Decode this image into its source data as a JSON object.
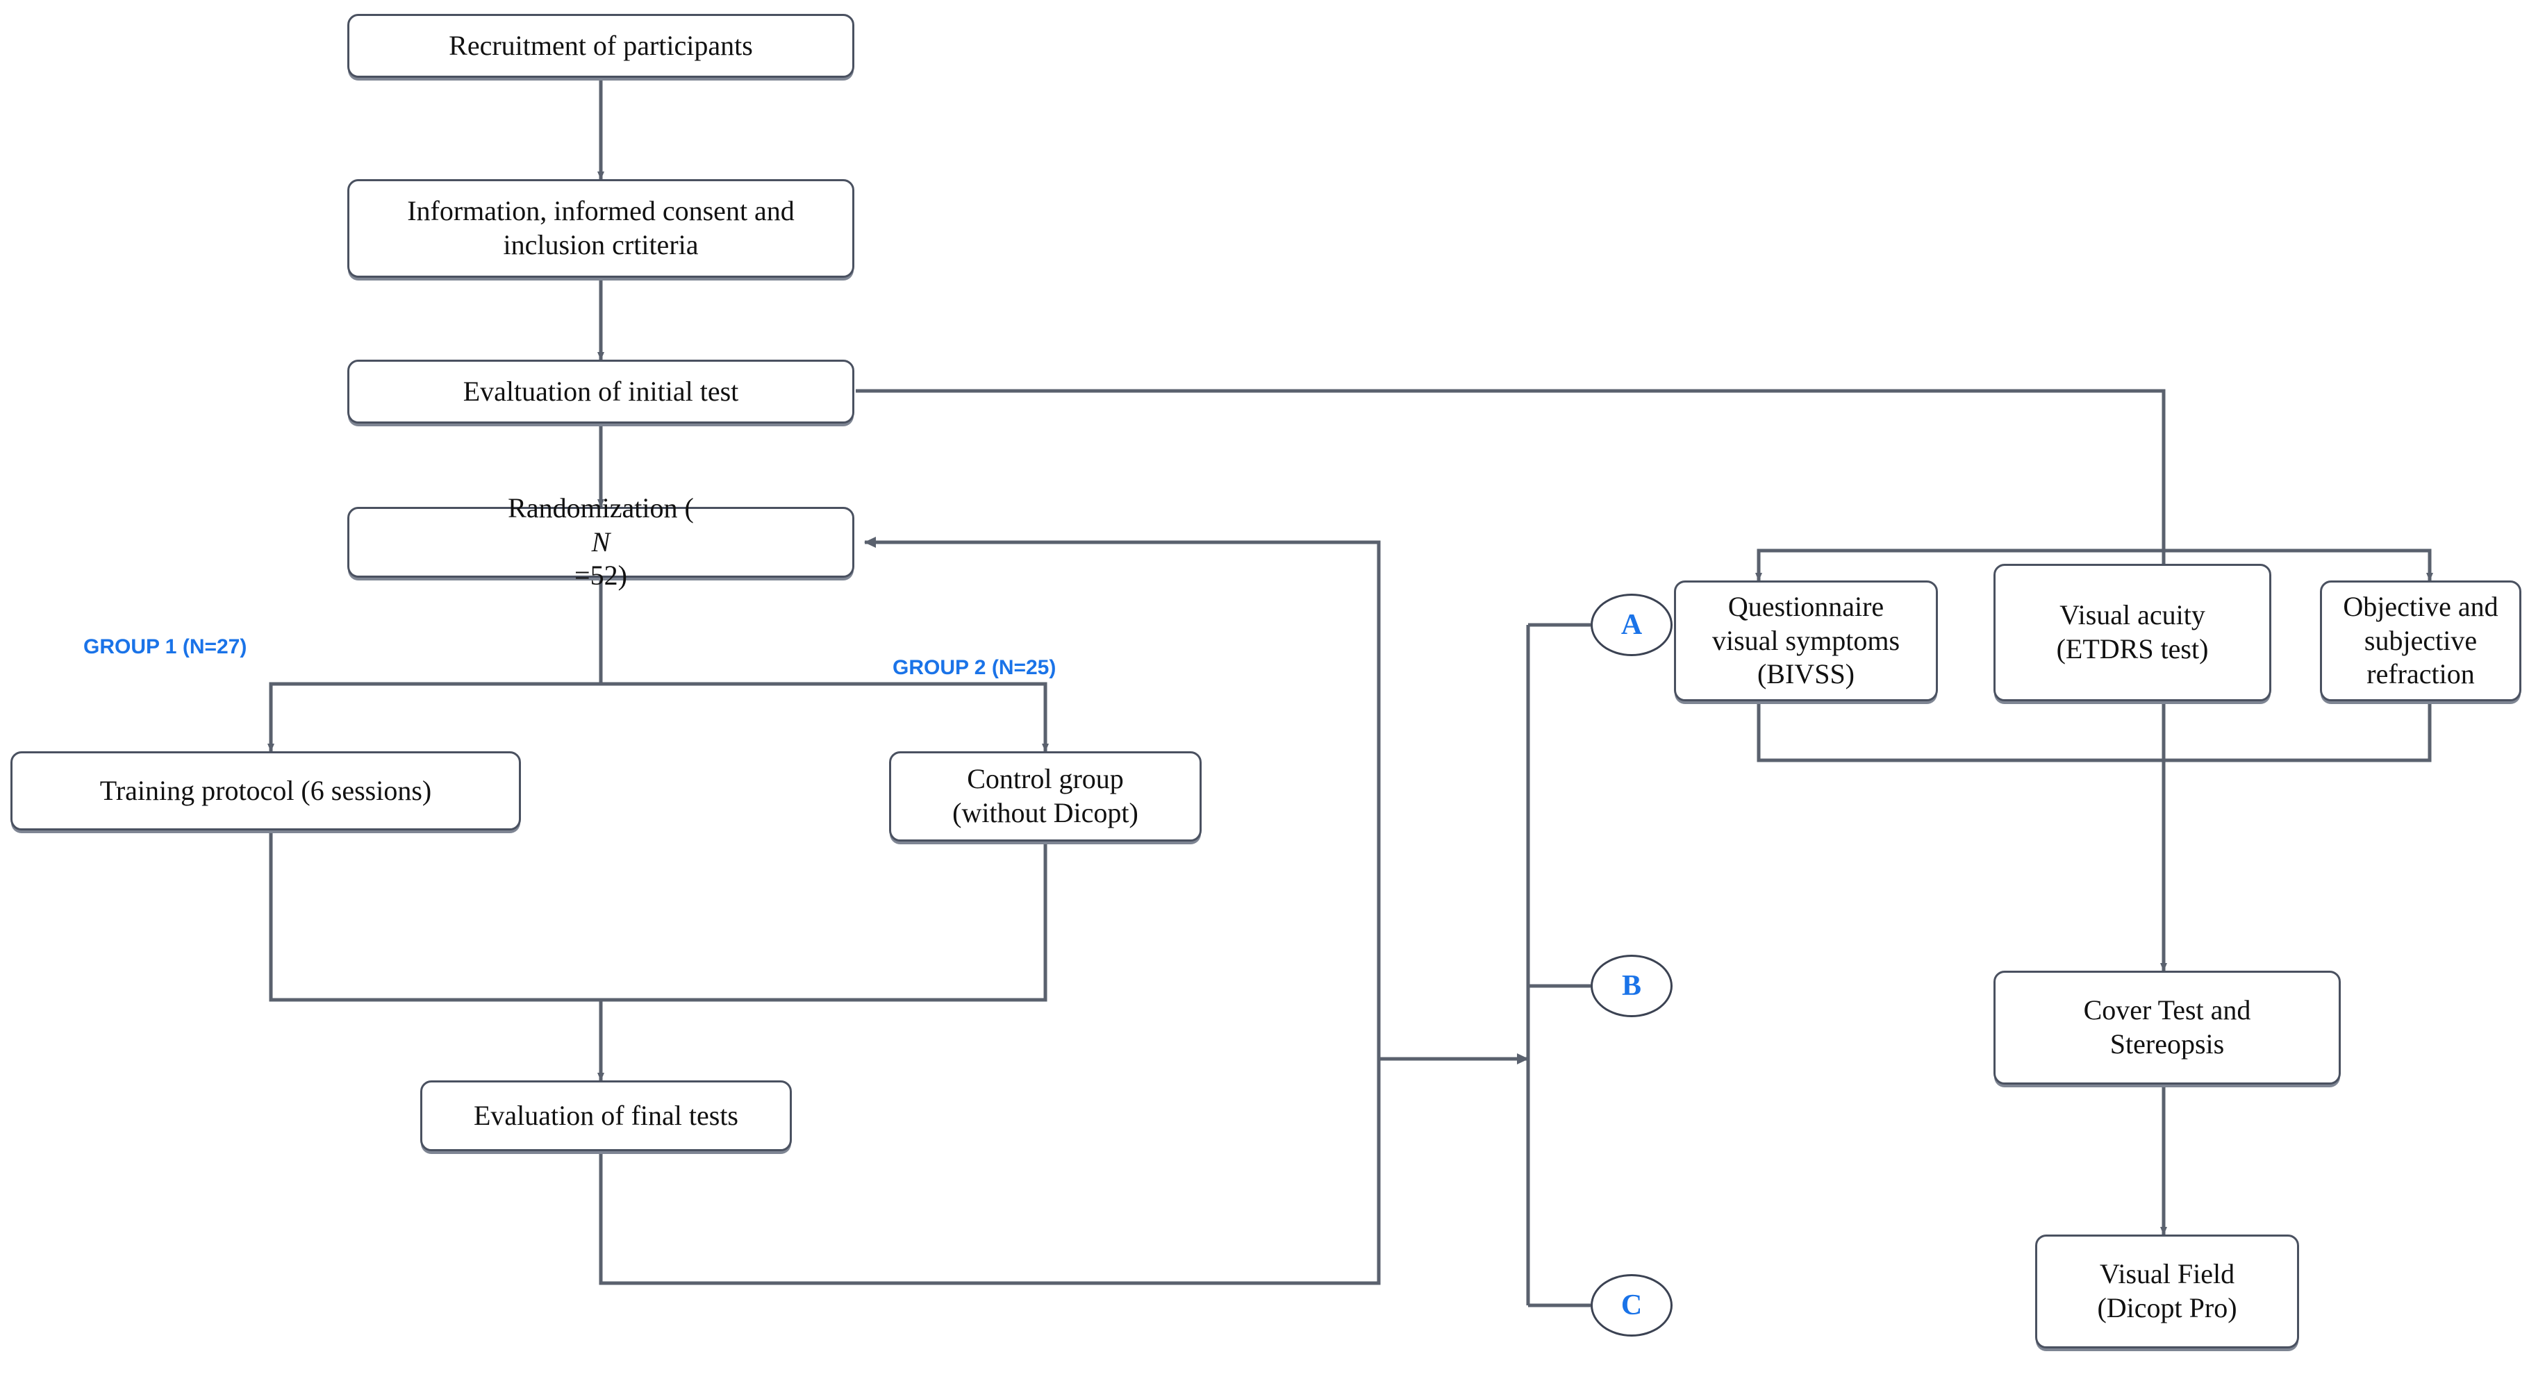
{
  "diagram": {
    "title": "Study flow diagram",
    "accent_blue": "#1a73e8",
    "box_border": "#4a5160",
    "line_color": "#5a616e",
    "nodes": {
      "recruitment": "Recruitment of participants",
      "information_line1": "Information, informed consent and",
      "information_line2": "inclusion crtiteria",
      "initial_test": "Evaltuation of initial test",
      "randomization_a": "Randomization (",
      "randomization_n": "N",
      "randomization_b": "=52)",
      "training": "Training protocol (6 sessions)",
      "control_line1": "Control group",
      "control_line2": "(without Dicopt)",
      "final_tests": "Evaluation of final tests",
      "questionnaire_line1": "Questionnaire",
      "questionnaire_line2": "visual symptoms",
      "questionnaire_line3": "(BIVSS)",
      "acuity_line1": "Visual acuity",
      "acuity_line2": "(ETDRS test)",
      "refraction_line1": "Objective and",
      "refraction_line2": "subjective",
      "refraction_line3": "refraction",
      "cover_line1": "Cover Test and",
      "cover_line2": "Stereopsis",
      "field_line1": "Visual Field",
      "field_line2": "(Dicopt Pro)"
    },
    "group_labels": {
      "group1": "GROUP 1 (N=27)",
      "group2": "GROUP 2 (N=25)"
    },
    "connectors": {
      "a": "A",
      "b": "B",
      "c": "C"
    }
  }
}
